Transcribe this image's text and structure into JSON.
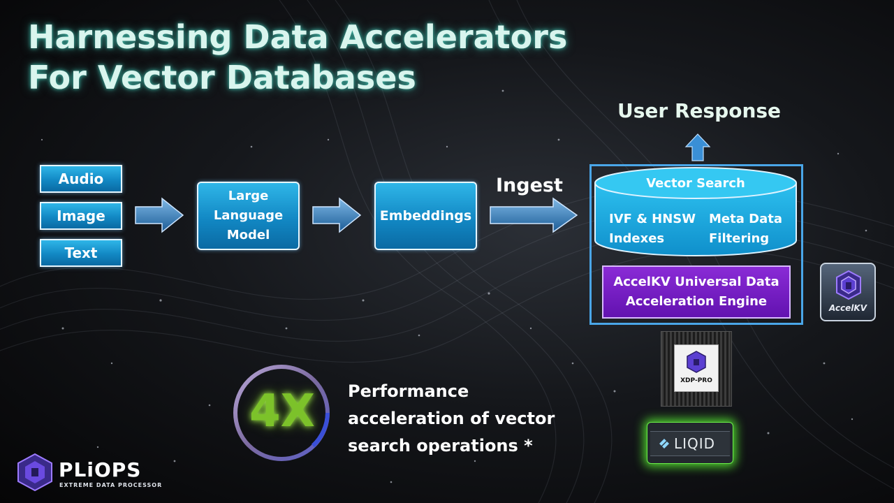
{
  "title": {
    "line1": "Harnessing Data Accelerators",
    "line2": "For Vector Databases"
  },
  "inputs": [
    "Audio",
    "Image",
    "Text"
  ],
  "llm": {
    "line1": "Large",
    "line2": "Language",
    "line3": "Model"
  },
  "embeddings": "Embeddings",
  "ingest": "Ingest",
  "user_response": "User Response",
  "vector_search": {
    "title": "Vector Search",
    "left_line1": "IVF & HNSW",
    "left_line2": "Indexes",
    "right_line1": "Meta Data",
    "right_line2": "Filtering"
  },
  "engine": {
    "line1": "AccelKV Universal Data",
    "line2": "Acceleration Engine"
  },
  "accelkv_logo": "AccelKV",
  "chip_label": "XDP-PRO",
  "liqid_label": "LIQID",
  "stat": {
    "value": "4X",
    "line1": "Performance",
    "line2": "acceleration of vector",
    "line3": "search operations *"
  },
  "pliops": {
    "name": "PLiOPS",
    "tagline": "EXTREME DATA PROCESSOR"
  },
  "colors": {
    "box_blue": "#1a9ad6",
    "purple": "#7a22c8",
    "title_glow": "#3fb8a8",
    "stat_green": "#7cc22a"
  }
}
